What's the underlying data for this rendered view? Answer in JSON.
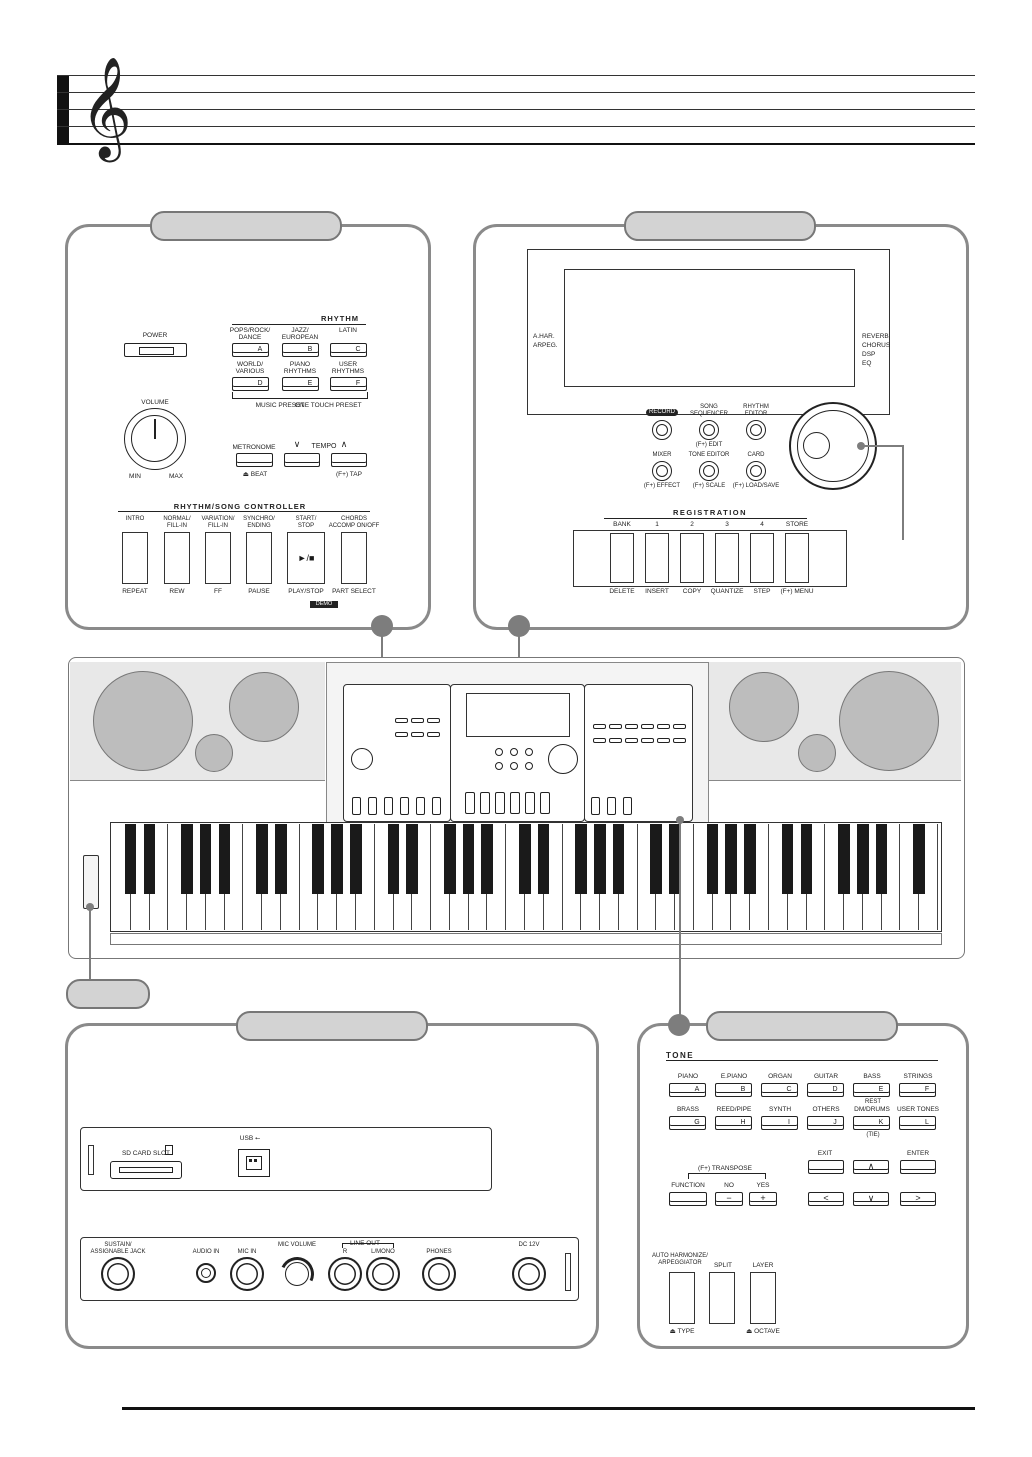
{
  "rhythm_panel": {
    "power": "POWER",
    "rhythm_title": "RHYTHM",
    "rhythm_buttons": [
      {
        "label": "POPS/ROCK/\nDANCE",
        "letter": "A"
      },
      {
        "label": "JAZZ/\nEUROPEAN",
        "letter": "B"
      },
      {
        "label": "LATIN",
        "letter": "C"
      },
      {
        "label": "WORLD/\nVARIOUS",
        "letter": "D"
      },
      {
        "label": "PIANO\nRHYTHMS",
        "letter": "E"
      },
      {
        "label": "USER\nRHYTHMS",
        "letter": "F"
      }
    ],
    "music_preset": "MUSIC PRESET",
    "one_touch_preset": "ONE TOUCH PRESET",
    "volume": "VOLUME",
    "min": "MIN",
    "max": "MAX",
    "metronome": "METRONOME",
    "beat": "BEAT",
    "tempo": "TEMPO",
    "tempo_down": "∨",
    "tempo_up": "∧",
    "tap": "(F+) TAP",
    "controller_title": "RHYTHM/SONG CONTROLLER",
    "controller_buttons": [
      {
        "top": "INTRO",
        "bottom": "REPEAT"
      },
      {
        "top": "NORMAL/\nFILL-IN",
        "bottom": "REW"
      },
      {
        "top": "VARIATION/\nFILL-IN",
        "bottom": "FF"
      },
      {
        "top": "SYNCHRO/\nENDING",
        "bottom": "PAUSE"
      },
      {
        "top": "START/\nSTOP",
        "bottom": "PLAY/STOP"
      },
      {
        "top": "CHORDS\nACCOMP ON/OFF",
        "bottom": "PART SELECT"
      }
    ],
    "start_stop_symbol": "►/■",
    "demo": "DEMO"
  },
  "display_panel": {
    "left_labels": [
      "A.HAR.",
      "ARPEG."
    ],
    "right_labels": [
      "REVERB",
      "CHORUS",
      "DSP",
      "EQ"
    ],
    "buttons": [
      {
        "top": "RECORD",
        "bottom": ""
      },
      {
        "top": "SONG\nSEQUENCER",
        "bottom": "(F+) EDIT"
      },
      {
        "top": "RHYTHM\nEDITOR",
        "bottom": ""
      },
      {
        "top": "MIXER",
        "bottom": "(F+) EFFECT"
      },
      {
        "top": "TONE EDITOR",
        "bottom": "(F+) SCALE"
      },
      {
        "top": "CARD",
        "bottom": "(F+) LOAD/SAVE"
      }
    ],
    "registration_title": "REGISTRATION",
    "registration_buttons": [
      {
        "top": "BANK",
        "bottom": "DELETE"
      },
      {
        "top": "1",
        "bottom": "INSERT"
      },
      {
        "top": "2",
        "bottom": "COPY"
      },
      {
        "top": "3",
        "bottom": "QUANTIZE"
      },
      {
        "top": "4",
        "bottom": "STEP"
      },
      {
        "top": "STORE",
        "bottom": "(F+) MENU"
      }
    ]
  },
  "back_panel": {
    "sd_card_slot": "SD CARD SLOT",
    "usb": "USB",
    "jacks": [
      {
        "label": "SUSTAIN/\nASSIGNABLE JACK"
      },
      {
        "label": "AUDIO IN"
      },
      {
        "label": "MIC IN"
      },
      {
        "label": "MIC VOLUME"
      },
      {
        "label": "R"
      },
      {
        "label": "L/MONO"
      },
      {
        "label": "PHONES"
      },
      {
        "label": "DC 12V"
      }
    ],
    "line_out": "LINE OUT"
  },
  "tone_panel": {
    "title": "TONE",
    "tone_buttons": [
      {
        "label": "PIANO",
        "letter": "A",
        "sub": ""
      },
      {
        "label": "E.PIANO",
        "letter": "B",
        "sub": ""
      },
      {
        "label": "ORGAN",
        "letter": "C",
        "sub": ""
      },
      {
        "label": "GUITAR",
        "letter": "D",
        "sub": ""
      },
      {
        "label": "BASS",
        "letter": "E",
        "sub": "REST"
      },
      {
        "label": "STRINGS",
        "letter": "F",
        "sub": ""
      },
      {
        "label": "BRASS",
        "letter": "G",
        "sub": ""
      },
      {
        "label": "REED/PIPE",
        "letter": "H",
        "sub": ""
      },
      {
        "label": "SYNTH",
        "letter": "I",
        "sub": ""
      },
      {
        "label": "OTHERS",
        "letter": "J",
        "sub": ""
      },
      {
        "label": "DM/DRUMS",
        "letter": "K",
        "sub": "(TIE)"
      },
      {
        "label": "USER TONES",
        "letter": "L",
        "sub": ""
      }
    ],
    "transpose": "(F+) TRANSPOSE",
    "function": "FUNCTION",
    "no": "NO",
    "yes": "YES",
    "minus": "−",
    "plus": "+",
    "exit": "EXIT",
    "enter": "ENTER",
    "up": "∧",
    "down": "∨",
    "left": "<",
    "right": ">",
    "auto_harmonize": "AUTO HARMONIZE/\nARPEGGIATOR",
    "split": "SPLIT",
    "layer": "LAYER",
    "type": "TYPE",
    "octave": "OCTAVE"
  }
}
